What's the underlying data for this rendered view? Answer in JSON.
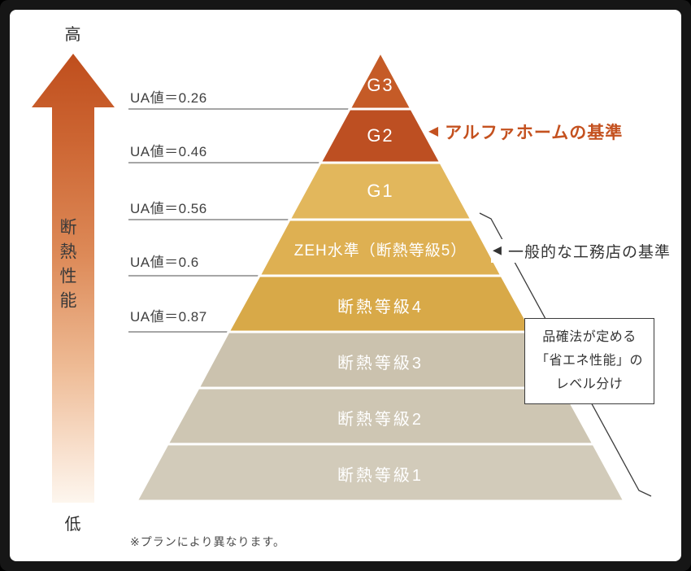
{
  "axis": {
    "high_label": "高",
    "low_label": "低",
    "title": "断熱性能"
  },
  "ua_labels": [
    "UA値＝0.26",
    "UA値＝0.46",
    "UA値＝0.56",
    "UA値＝0.6",
    "UA値＝0.87"
  ],
  "pyramid_levels": [
    {
      "label": "G3"
    },
    {
      "label": "G2"
    },
    {
      "label": "G1"
    },
    {
      "label": "ZEH水準（断熱等級5）"
    },
    {
      "label": "断熱等級4"
    },
    {
      "label": "断熱等級3"
    },
    {
      "label": "断熱等級2"
    },
    {
      "label": "断熱等級1"
    }
  ],
  "colors": {
    "g3": "#c55b27",
    "g2": "#bd4f22",
    "g1": "#e2b75c",
    "zeh": "#deb052",
    "grade4": "#d8a948",
    "grade3": "#cbc2ae",
    "grade2": "#cec6b3",
    "grade1": "#d2cbba",
    "accent": "#c4511f",
    "frame": "#161616"
  },
  "annotations": {
    "alpha": {
      "marker": "◀",
      "text": "アルファホームの基準"
    },
    "general": {
      "marker": "◀",
      "text": "一般的な工務店の基準"
    },
    "box": {
      "line1": "品確法が定める",
      "line2": "「省エネ性能」の",
      "line3": "レベル分け"
    }
  },
  "footnote": "※プランにより異なります。"
}
